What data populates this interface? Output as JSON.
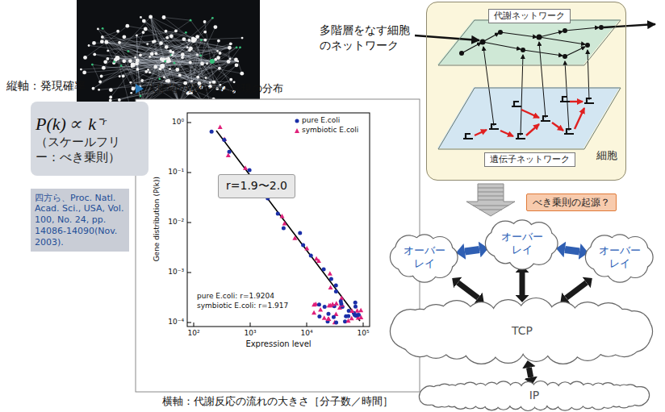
{
  "diagram": {
    "nodes": [
      {
        "text": [
          "細胞"
        ]
      },
      {
        "text": [
          "代謝ネットワーク"
        ],
        "in": 0
      },
      {
        "text": [
          "遺伝子ネットワーク"
        ],
        "in": 0
      },
      {
        "text": [
          "P(k)∝ k⁻ʳ",
          "（スケールフリー：べき乗則）"
        ]
      },
      {
        "text": [
          "四方ら、Proc. Natl. Acad. Sci., USA, Vol. 100, No. 24, pp. 14086-14090(Nov. 2003)."
        ]
      },
      {
        "text": [
          "r=1.9〜2.0"
        ]
      },
      {
        "text": [
          "べき乗則の起源？"
        ]
      },
      {
        "text": [
          "オーバーレイ"
        ]
      },
      {
        "text": [
          "オーバーレイ"
        ]
      },
      {
        "text": [
          "オーバーレイ"
        ]
      },
      {
        "text": [
          "TCP"
        ]
      },
      {
        "text": [
          "IP"
        ]
      }
    ],
    "edges": [
      {
        "from": 7,
        "to": 8,
        "arrow": "both"
      },
      {
        "from": 8,
        "to": 9,
        "arrow": "both"
      },
      {
        "from": 7,
        "to": 10,
        "arrow": "both"
      },
      {
        "from": 8,
        "to": 10,
        "arrow": "both"
      },
      {
        "from": 9,
        "to": 10,
        "arrow": "both"
      },
      {
        "from": 10,
        "to": 11,
        "arrow": "both"
      }
    ],
    "labels": [
      "多階層をなす細胞のネットワーク",
      "縦軸：発現確率",
      "大腸菌の遺伝子の発現の分布",
      "10⁰",
      "10⁻¹",
      "10⁻²",
      "10⁻³",
      "10⁻⁴",
      "10²",
      "10³",
      "10⁴",
      "10⁵",
      "Gene distribution (P(k))",
      "Expression level",
      "pure E.coli: r=1.9204",
      "symbiotic E.coli: r=1.917",
      "横軸：代謝反応の流れの大きさ［分子数／時間］"
    ],
    "legend": [
      {
        "text": "pure E.coli"
      },
      {
        "text": "symbiotic E.coli"
      }
    ]
  }
}
